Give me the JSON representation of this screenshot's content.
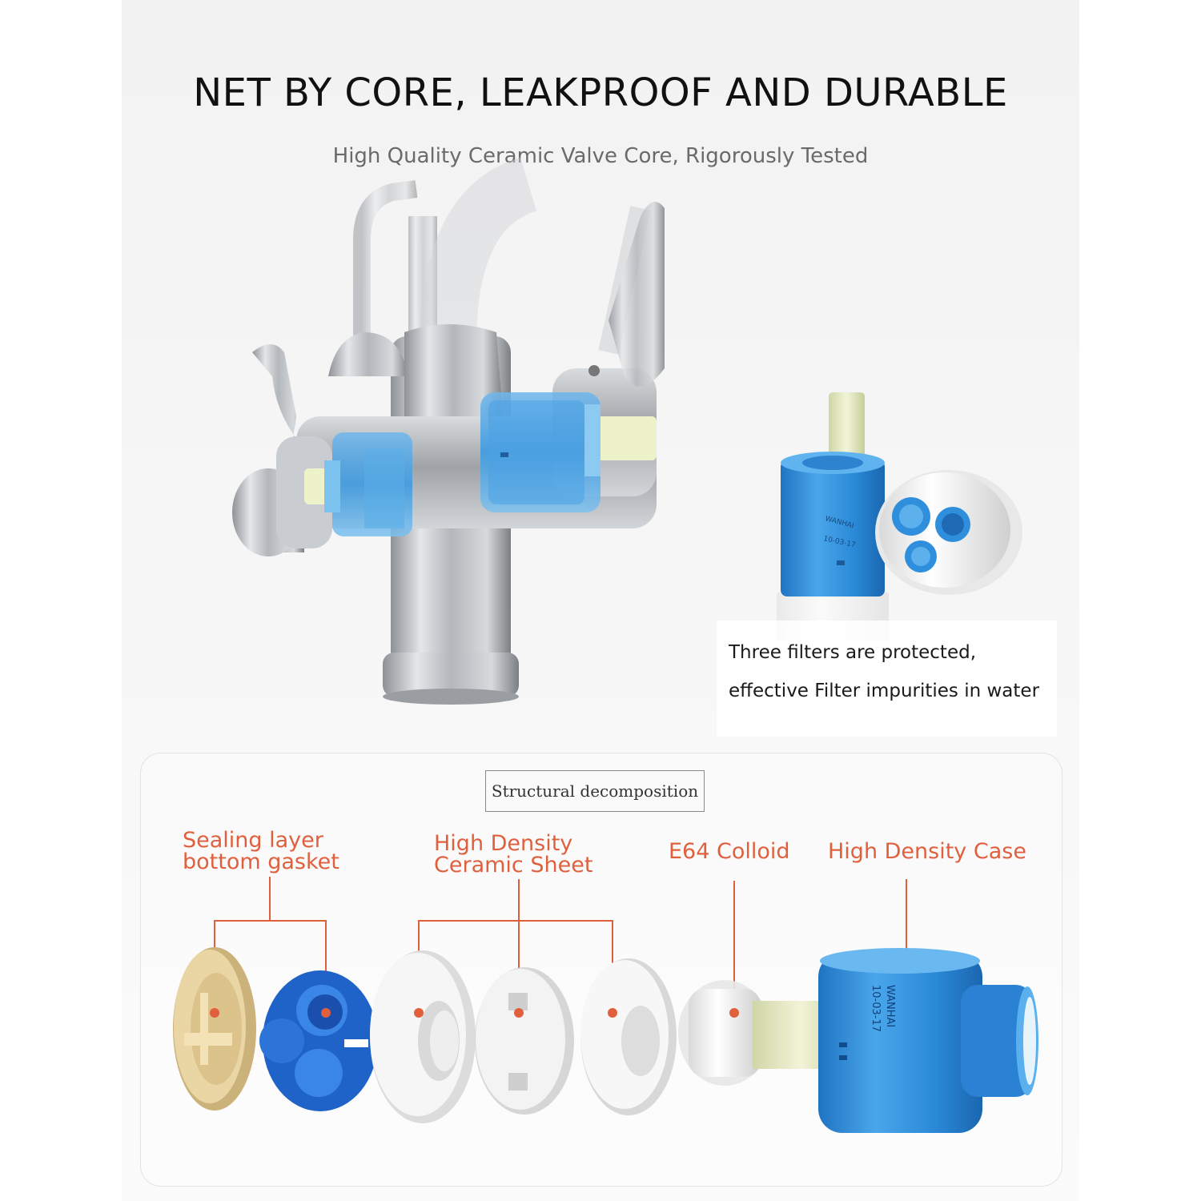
{
  "header": {
    "title": "NET BY CORE, LEAKPROOF AND DURABLE",
    "subtitle": "High Quality Ceramic Valve Core, Rigorously Tested"
  },
  "filter_note": {
    "line1": "Three filters are protected,",
    "line2": "effective Filter impurities in water"
  },
  "structure": {
    "box_label": "Structural decomposition",
    "labels": {
      "sealing_line1": "Sealing layer",
      "sealing_line2": "bottom gasket",
      "ceramic_line1": "High Density",
      "ceramic_line2": "Ceramic Sheet",
      "colloid": "E64 Colloid",
      "case": "High Density Case"
    }
  },
  "cartridge_print": {
    "brand": "WANHAI",
    "code": "10-03-17"
  },
  "colors": {
    "accent": "#e0603e",
    "cartridge_blue": "#2f8fdc",
    "gasket_yellow": "#e8d3a0"
  }
}
